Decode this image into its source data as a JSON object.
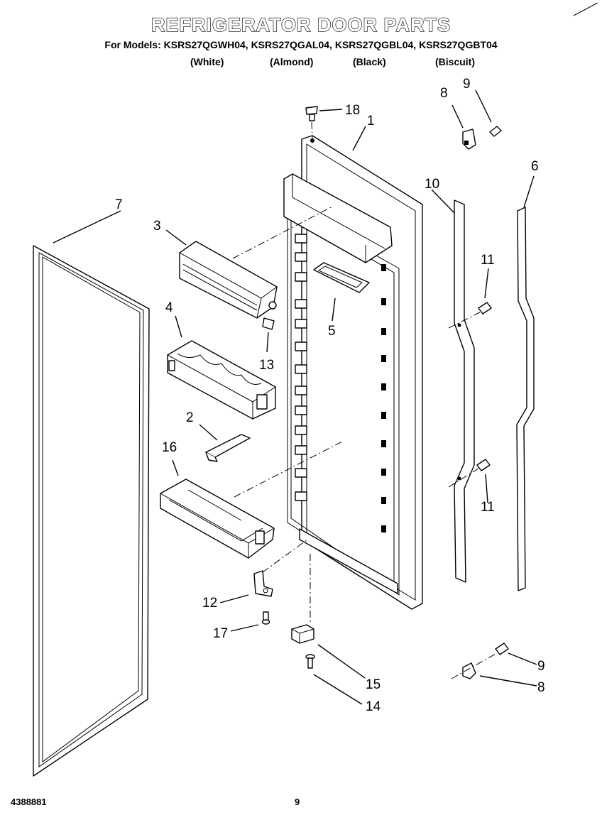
{
  "header": {
    "title": "REFRIGERATOR DOOR PARTS",
    "models_line": "For Models: KSRS27QGWH04, KSRS27QGAL04, KSRS27QGBL04, KSRS27QGBT04",
    "colors": [
      "(White)",
      "(Almond)",
      "(Black)",
      "(Biscuit)"
    ]
  },
  "callouts": {
    "p1": "1",
    "p2": "2",
    "p3": "3",
    "p4": "4",
    "p5": "5",
    "p6": "6",
    "p7": "7",
    "p8a": "8",
    "p8b": "8",
    "p9a": "9",
    "p9b": "9",
    "p10": "10",
    "p11a": "11",
    "p11b": "11",
    "p12": "12",
    "p13": "13",
    "p14": "14",
    "p15": "15",
    "p16": "16",
    "p17": "17",
    "p18": "18"
  },
  "footer": {
    "doc_id": "4388881",
    "page": "9"
  }
}
